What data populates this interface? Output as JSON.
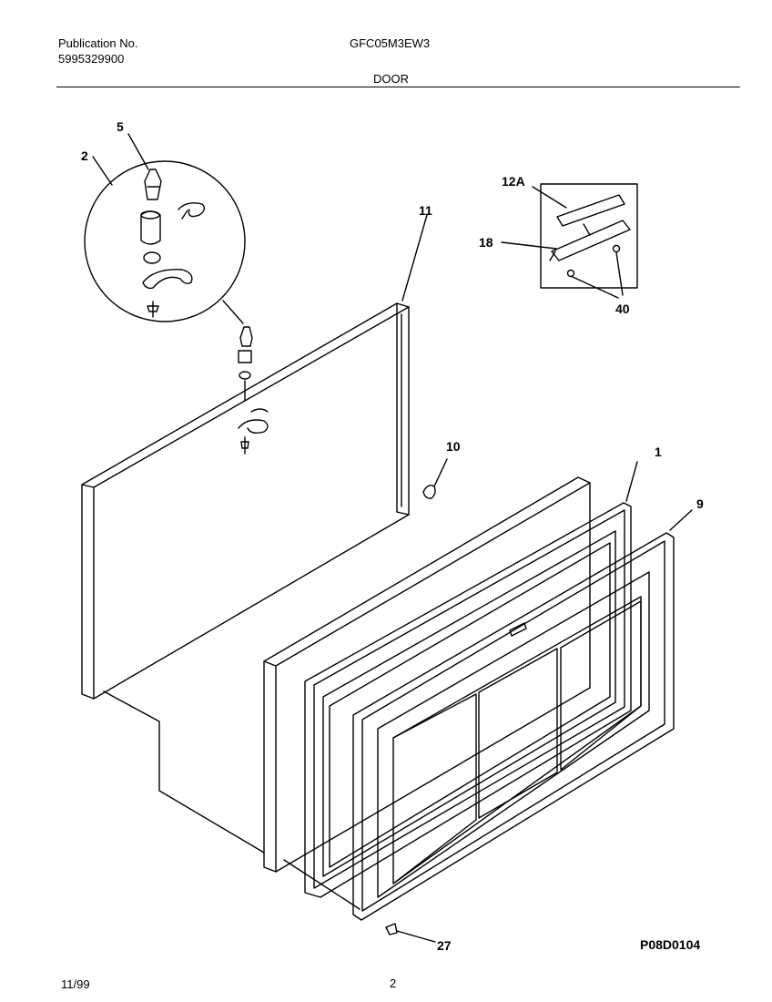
{
  "header": {
    "pub_label": "Publication No.",
    "pub_number": "5995329900",
    "model": "GFC05M3EW3",
    "section": "DOOR"
  },
  "callouts": {
    "c5": "5",
    "c2": "2",
    "c11": "11",
    "c12a": "12A",
    "c18": "18",
    "c40": "40",
    "c10": "10",
    "c1": "1",
    "c9": "9",
    "c27": "27"
  },
  "footer": {
    "drawing_id": "P08D0104",
    "date": "11/99",
    "page": "2"
  }
}
